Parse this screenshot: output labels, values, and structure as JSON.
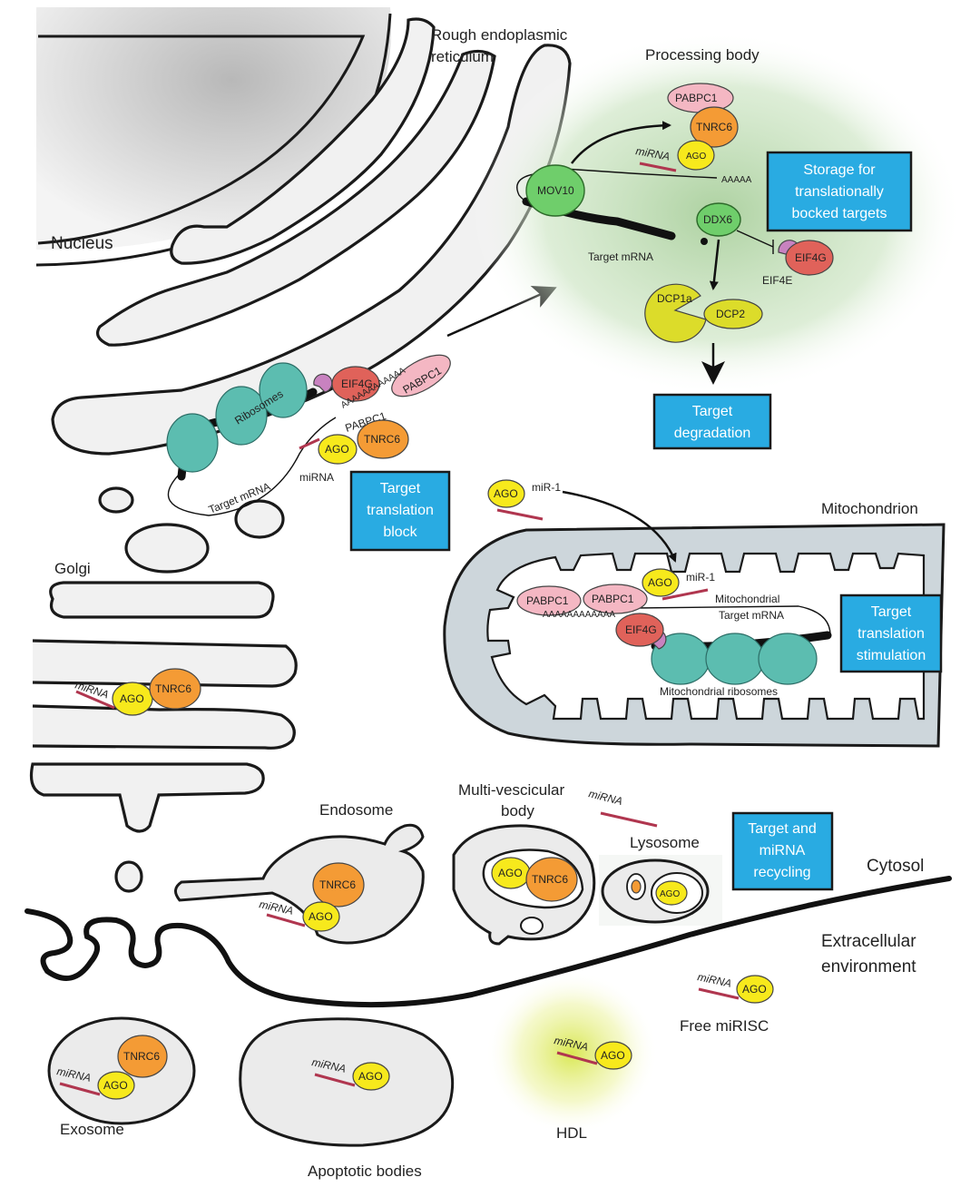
{
  "labels": {
    "rer": [
      "Rough endoplasmic",
      "reticulum"
    ],
    "nucleus": "Nucleus",
    "golgi": "Golgi",
    "processing_body": "Processing body",
    "mitochondrion": "Mitochondrion",
    "endosome": "Endosome",
    "mvb": [
      "Multi-vescicular",
      "body"
    ],
    "lysosome": "Lysosome",
    "cytosol": "Cytosol",
    "extracellular": [
      "Extracellular",
      "environment"
    ],
    "free_mirisc": "Free miRISC",
    "exosome": "Exosome",
    "apoptotic": "Apoptotic bodies",
    "hdl": "HDL"
  },
  "boxes": {
    "storage": [
      "Storage for",
      "translationally",
      "bocked targets"
    ],
    "degradation": [
      "Target",
      "degradation"
    ],
    "translation_block": [
      "Target",
      "translation",
      "block"
    ],
    "translation_stimulation": [
      "Target",
      "translation",
      "stimulation"
    ],
    "recycling": [
      "Target and",
      "miRNA",
      "recycling"
    ]
  },
  "molecules": {
    "ago": "AGO",
    "tnrc6": "TNRC6",
    "pabpc1": "PABPC1",
    "eif4g": "EIF4G",
    "eif4e": "EIF4E",
    "mov10": "MOV10",
    "ddx6": "DDX6",
    "dcp1a": "DCP1a",
    "dcp2": "DCP2",
    "ribosomes": "Ribosomes",
    "mirna": "miRNA",
    "mir1": "miR-1",
    "target_mrna": "Target mRNA",
    "mito_target_mrna": [
      "Mitochondrial",
      "Target mRNA"
    ],
    "mito_ribosomes": "Mitochondrial ribosomes",
    "polya_short": "AAAAA",
    "polya_long": "AAAAAAAAAAAA",
    "polya_er": "AAAAAAAAAAAA"
  }
}
